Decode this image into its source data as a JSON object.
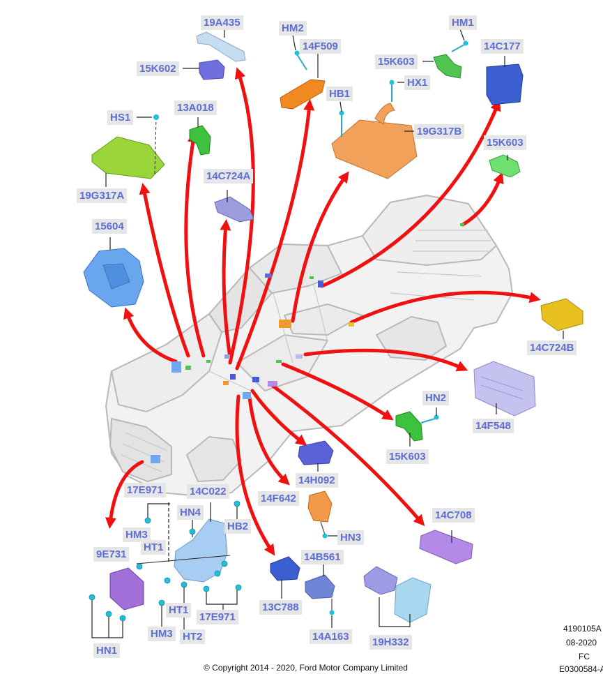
{
  "labels": {
    "l19A435": "19A435",
    "l15K602": "15K602",
    "lHM2": "HM2",
    "l14F509": "14F509",
    "lHM1": "HM1",
    "l15K603a": "15K603",
    "l14C177": "14C177",
    "lHX1": "HX1",
    "lHB1": "HB1",
    "l19G317B": "19G317B",
    "lHS1": "HS1",
    "l13A018": "13A018",
    "l15K603b": "15K603",
    "l19G317A": "19G317A",
    "l14C724A": "14C724A",
    "l15604": "15604",
    "l14C724B": "14C724B",
    "l14F548": "14F548",
    "lHN2": "HN2",
    "l15K603c": "15K603",
    "l14H092": "14H092",
    "l14F642": "14F642",
    "lHN3": "HN3",
    "l14C708": "14C708",
    "l17E971a": "17E971",
    "l14C022": "14C022",
    "lHN4": "HN4",
    "lHB2": "HB2",
    "lHM3a": "HM3",
    "lHT1a": "HT1",
    "l9E731": "9E731",
    "lHT1b": "HT1",
    "l17E971b": "17E971",
    "lHM3b": "HM3",
    "lHT2": "HT2",
    "lHN1": "HN1",
    "l13C788": "13C788",
    "l14B561": "14B561",
    "l14A163": "14A163",
    "l19H332": "19H332"
  },
  "footer": {
    "doc_id": "4190105A",
    "date": "08-2020",
    "code": "FC",
    "file_id": "E0300584-A",
    "copyright": "© Copyright 2014 - 2020, Ford Motor Company Limited"
  },
  "colors": {
    "label_text": "#5b6ed6",
    "label_bg": "#e6e6e6",
    "arrow": "#f01010",
    "truck_fill": "#f2f2f2",
    "truck_line": "#b9b9b9"
  }
}
